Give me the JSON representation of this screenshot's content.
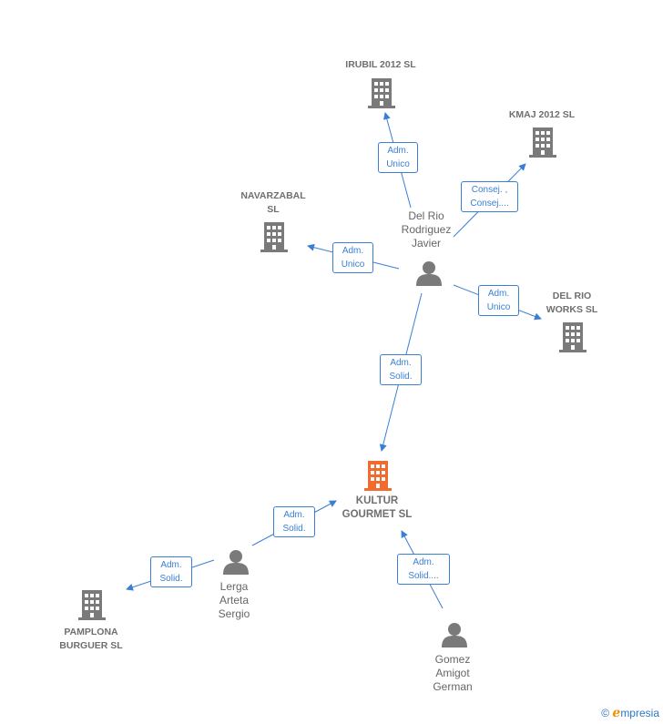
{
  "colors": {
    "edge": "#3a7fd5",
    "node_gray": "#7a7a7a",
    "node_main": "#f26a2e",
    "brand": "#2a78c6",
    "brand_accent": "#f39200"
  },
  "nodes": {
    "irubil": {
      "label": "IRUBIL 2012 SL",
      "type": "company",
      "icon": "building-icon"
    },
    "kmaj": {
      "label": "KMAJ 2012 SL",
      "type": "company",
      "icon": "building-icon"
    },
    "navarzabal": {
      "label": "NAVARZABAL\nSL",
      "type": "company",
      "icon": "building-icon"
    },
    "delrio_works": {
      "label": "DEL RIO\nWORKS  SL",
      "type": "company",
      "icon": "building-icon"
    },
    "kultur": {
      "label": "KULTUR\nGOURMET  SL",
      "type": "main-company",
      "icon": "building-icon"
    },
    "pamplona": {
      "label": "PAMPLONA\nBURGUER  SL",
      "type": "company",
      "icon": "building-icon"
    },
    "delrio_javier": {
      "label": "Del Rio\nRodriguez\nJavier",
      "type": "person",
      "icon": "person-icon"
    },
    "lerga": {
      "label": "Lerga\nArteta\nSergio",
      "type": "person",
      "icon": "person-icon"
    },
    "gomez": {
      "label": "Gomez\nAmigot\nGerman",
      "type": "person",
      "icon": "person-icon"
    }
  },
  "edges": {
    "e1": {
      "from": "delrio_javier",
      "to": "irubil",
      "label": "Adm.\nUnico"
    },
    "e2": {
      "from": "delrio_javier",
      "to": "kmaj",
      "label": "Consej. ,\nConsej...."
    },
    "e3": {
      "from": "delrio_javier",
      "to": "navarzabal",
      "label": "Adm.\nUnico"
    },
    "e4": {
      "from": "delrio_javier",
      "to": "delrio_works",
      "label": "Adm.\nUnico"
    },
    "e5": {
      "from": "delrio_javier",
      "to": "kultur",
      "label": "Adm.\nSolid."
    },
    "e6": {
      "from": "lerga",
      "to": "kultur",
      "label": "Adm.\nSolid."
    },
    "e7": {
      "from": "lerga",
      "to": "pamplona",
      "label": "Adm.\nSolid."
    },
    "e8": {
      "from": "gomez",
      "to": "kultur",
      "label": "Adm.\nSolid...."
    }
  },
  "brand": {
    "copyright": "©",
    "e": "ℯ",
    "name": "mpresia"
  }
}
